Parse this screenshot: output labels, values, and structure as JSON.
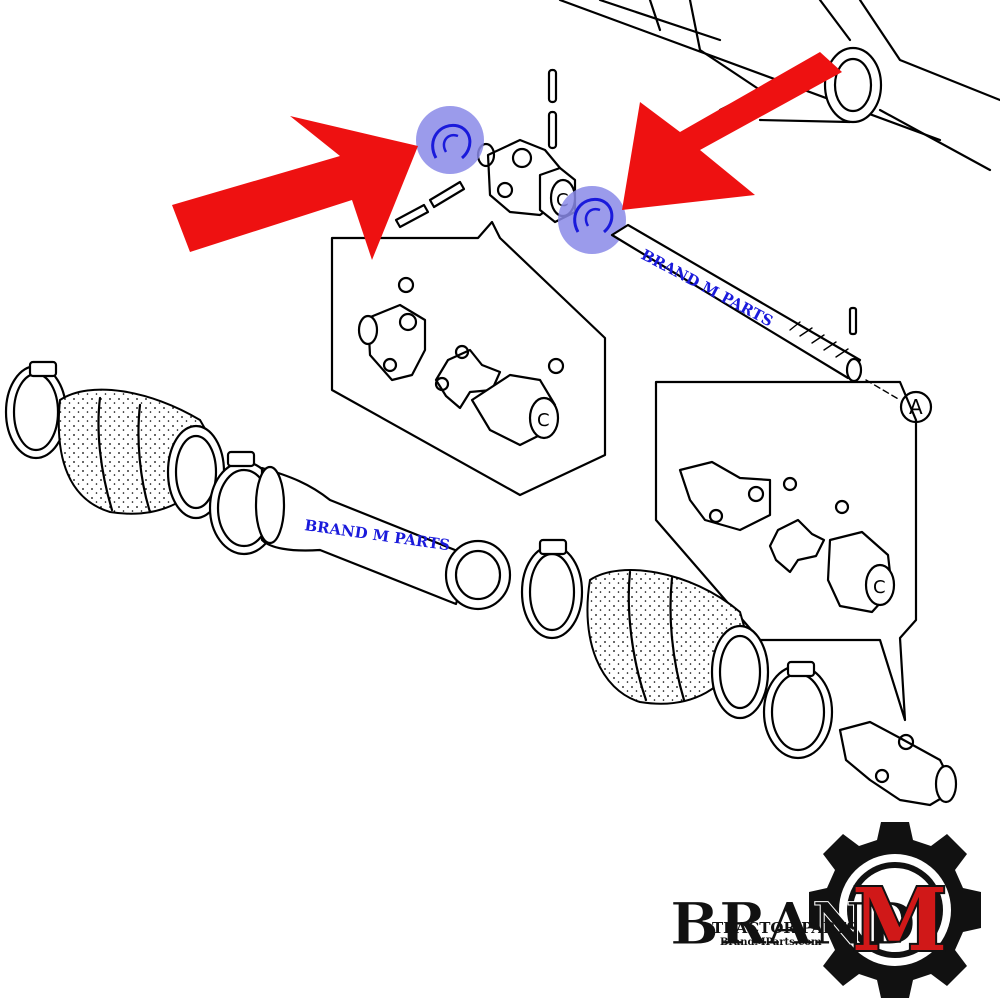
{
  "diagram": {
    "callout_label": "A",
    "watermark_shaft_upper": "BRAND M PARTS",
    "watermark_shaft_lower": "BRAND M PARTS"
  },
  "logo": {
    "brand_word": "BRAND",
    "brand_letter": "M",
    "tagline": "TRACTOR PARTS",
    "website": "BrandMParts.com"
  },
  "colors": {
    "arrow": "#ee1111",
    "highlight": "#8a8ae8",
    "watermark": "#1a1adb",
    "logo_red": "#d01818",
    "logo_gear": "#111111"
  }
}
